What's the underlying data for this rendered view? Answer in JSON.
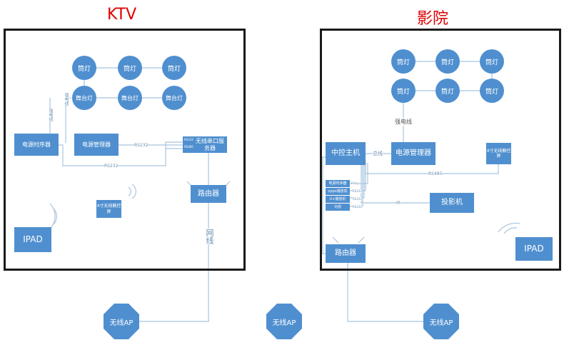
{
  "ktv": {
    "title": "KTV",
    "spotlights": [
      "筒灯",
      "筒灯",
      "筒灯"
    ],
    "stage_lights": [
      "舞台灯",
      "舞台灯",
      "舞台灯"
    ],
    "power_sequencer": "电源时序器",
    "power_manager": "电源管理器",
    "serial_server": "无线串口服务器",
    "serial_ports": [
      "RS232",
      "RS485"
    ],
    "router": "路由器",
    "touch_screen": "4寸无线触控屏",
    "ipad": "IPAD",
    "labels": {
      "strong_wire_1": "强电线",
      "strong_wire_2": "强电线",
      "rs232_1": "RS232",
      "rs232_2": "RS232",
      "network_cable": "网线"
    }
  },
  "cinema": {
    "title": "影院",
    "spotlights": [
      "筒灯",
      "筒灯",
      "筒灯",
      "筒灯",
      "筒灯",
      "筒灯"
    ],
    "strong_wire": "强电线",
    "controller": "中控主机",
    "bus": "总线",
    "power_manager": "电源管理器",
    "touch_screen": "4寸无线触控屏",
    "rs485": "RS485",
    "devices": [
      {
        "name": "电源时序器",
        "link": "Relay"
      },
      {
        "name": "oppo播放机",
        "link": "RS232"
      },
      {
        "name": "U+播放机",
        "link": "RS232"
      },
      {
        "name": "功放",
        "link": "RS232"
      }
    ],
    "ir": "IR",
    "projector": "投影机",
    "router": "路由器",
    "ipad": "IPAD"
  },
  "access_points": [
    "无线AP",
    "无线AP",
    "无线AP"
  ],
  "colors": {
    "node": "#4f8fcf",
    "title": "#e00000",
    "line": "#a9c4de"
  }
}
